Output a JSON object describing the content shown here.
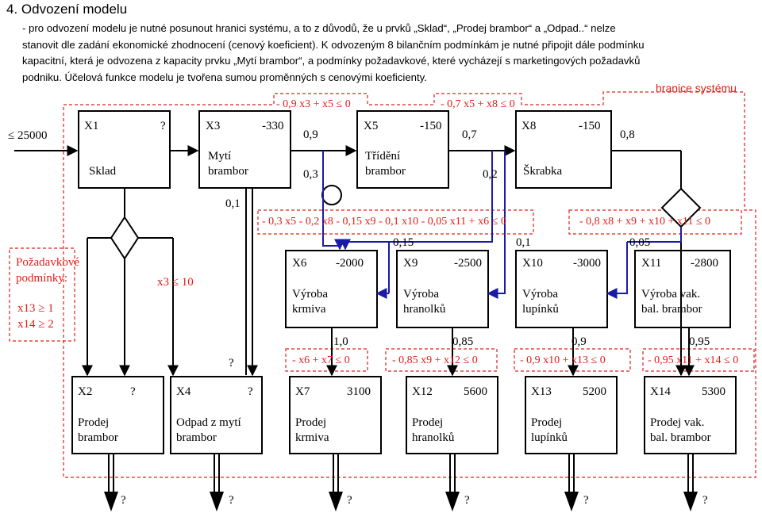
{
  "header": "4. Odvození modelu",
  "paragraph": {
    "line1": "- pro odvození modelu je nutné posunout hranici systému, a to z důvodů, že u prvků „Sklad“, „Prodej brambor“ a „Odpad..“ nelze",
    "line2": "stanovit dle zadání ekonomické zhodnocení (cenový koeficient). K odvozeným 8 bilančním podmínkám je nutné připojit dále podmínku",
    "line3": "kapacitní, která je odvozena z kapacity prvku „Mytí brambor“, a podmínky požadavkové, které vycházejí s marketingových požadavků",
    "line4": "podniku. Účelová funkce modelu je tvořena sumou proměnných s cenovými koeficienty."
  },
  "boundary_label": "hranice systému",
  "capacity": "≤ 25000",
  "requirements": {
    "title1": "Požadavkové",
    "title2": "podmínky:",
    "r1": "x13 ≥ 1",
    "r2": "x14 ≥ 2"
  },
  "x3_limit": "x3 ≤ 10",
  "boxes": {
    "x1": {
      "var": "X1",
      "coef": "?",
      "name1": "Sklad",
      "name2": ""
    },
    "x3": {
      "var": "X3",
      "coef": "-330",
      "name1": "Mytí",
      "name2": "brambor"
    },
    "x5": {
      "var": "X5",
      "coef": "-150",
      "name1": "Třídění",
      "name2": "brambor"
    },
    "x8": {
      "var": "X8",
      "coef": "-150",
      "name1": "Škrabka",
      "name2": ""
    },
    "x6": {
      "var": "X6",
      "coef": "-2000",
      "name1": "Výroba",
      "name2": "krmiva"
    },
    "x9": {
      "var": "X9",
      "coef": "-2500",
      "name1": "Výroba",
      "name2": "hranolků"
    },
    "x10": {
      "var": "X10",
      "coef": "-3000",
      "name1": "Výroba",
      "name2": "lupínků"
    },
    "x11": {
      "var": "X11",
      "coef": "-2800",
      "name1": "Výroba vak.",
      "name2": "bal. brambor"
    },
    "x2": {
      "var": "X2",
      "coef": "?",
      "name1": "Prodej",
      "name2": "brambor"
    },
    "x4": {
      "var": "X4",
      "coef": "?",
      "name1": "Odpad z mytí",
      "name2": "brambor"
    },
    "x7": {
      "var": "X7",
      "coef": "3100",
      "name1": "Prodej",
      "name2": "krmiva"
    },
    "x12": {
      "var": "X12",
      "coef": "5600",
      "name1": "Prodej",
      "name2": "hranolků"
    },
    "x13": {
      "var": "X13",
      "coef": "5200",
      "name1": "Prodej",
      "name2": "lupínků"
    },
    "x14": {
      "var": "X14",
      "coef": "5300",
      "name1": "Prodej vak.",
      "name2": "bal. brambor"
    }
  },
  "constraints": {
    "c1": "- 0,9 x3 + x5 ≤ 0",
    "c2": "- 0,7 x5 + x8 ≤ 0",
    "c3": "- 0,3 x5 - 0,2 x8 - 0,15 x9 - 0,1 x10 - 0,05 x11 + x6 ≤ 0",
    "c4": "- 0,8 x8 + x9 + x10 + x11 ≤ 0",
    "c5": "- x6 + x7 ≤ 0",
    "c6": "- 0,85 x9 + x12 ≤ 0",
    "c7": "- 0,9 x10 + x13 ≤ 0",
    "c8": "- 0,95 x11 + x14 ≤ 0"
  },
  "coefs": {
    "k09": "0,9",
    "k03": "0,3",
    "k01": "0,1",
    "k07": "0,7",
    "k02": "0,2",
    "k08": "0,8",
    "k015": "0,15",
    "k01b": "0,1",
    "k005": "0,05",
    "k10": "1,0",
    "k085": "0,85",
    "k09b": "0,9",
    "k095": "0,95"
  },
  "unknowns": {
    "q_mid": "?",
    "q1": "?",
    "q2": "?",
    "q3": "?",
    "q4": "?",
    "q5": "?",
    "q6": "?"
  }
}
